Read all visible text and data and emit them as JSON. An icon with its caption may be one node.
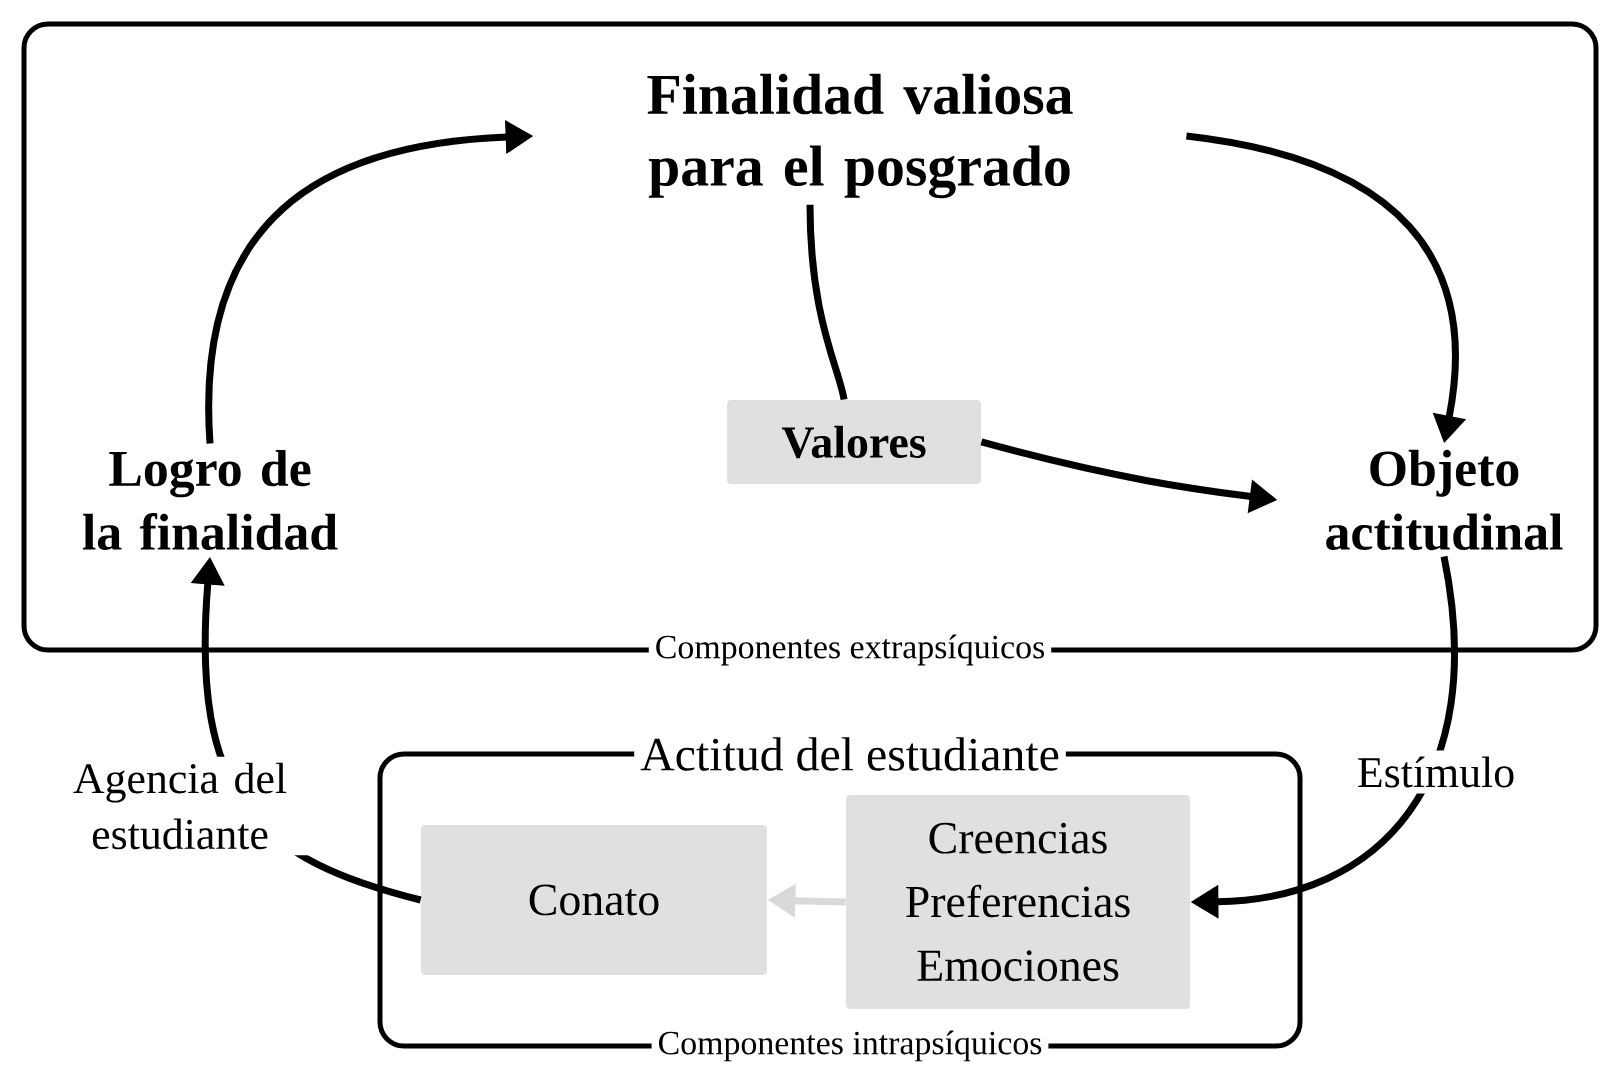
{
  "diagram": {
    "nodes": [
      {
        "text": [
          "Componentes extrapsíquicos"
        ]
      },
      {
        "text": [
          "Finalidad valiosa para el posgrado"
        ],
        "in": 0
      },
      {
        "text": [
          "Valores"
        ],
        "in": 0
      },
      {
        "text": [
          "Objeto actitudinal"
        ],
        "in": 0
      },
      {
        "text": [
          "Logro de la finalidad"
        ],
        "in": 0
      },
      {
        "text": [
          "Actitud del estudiante",
          "Componentes intrapsíquicos"
        ]
      },
      {
        "text": [
          "Conato"
        ],
        "in": 5
      },
      {
        "text": [
          "Creencias",
          "Preferencias",
          "Emociones"
        ],
        "in": 5
      }
    ],
    "edges": [
      {
        "from": 4,
        "to": 1,
        "arrow": "to"
      },
      {
        "from": 1,
        "to": 3,
        "arrow": "to"
      },
      {
        "from": 1,
        "to": 2,
        "arrow": "none"
      },
      {
        "from": 2,
        "to": 3,
        "arrow": "to"
      },
      {
        "from": 3,
        "to": 7,
        "arrow": "to",
        "label": "Estímulo"
      },
      {
        "from": 6,
        "to": 4,
        "arrow": "to",
        "label": "Agencia del estudiante"
      },
      {
        "from": 7,
        "to": 6,
        "arrow": "to",
        "color": "#d9d9d9"
      }
    ]
  }
}
